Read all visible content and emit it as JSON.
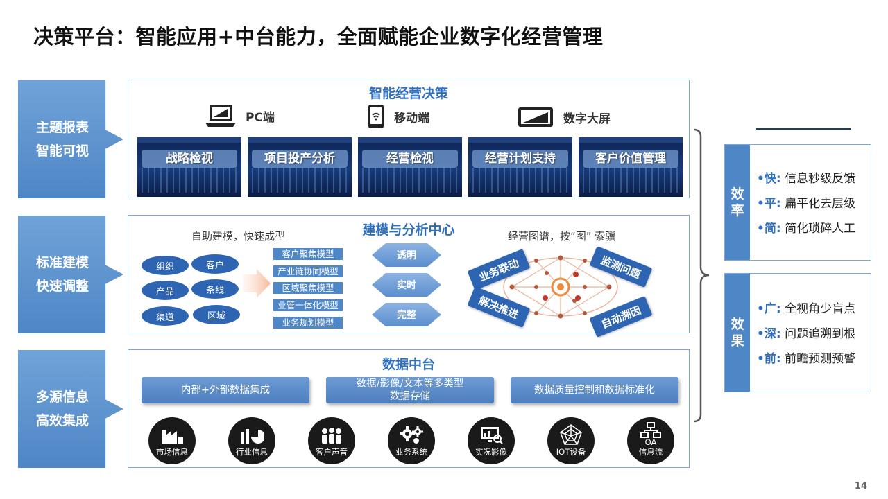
{
  "title": "决策平台：智能应用+中台能力，全面赋能企业数字化经营管理",
  "left_labels": [
    {
      "line1": "主题报表",
      "line2": "智能可视"
    },
    {
      "line1": "标准建模",
      "line2": "快速调整"
    },
    {
      "line1": "多源信息",
      "line2": "高效集成"
    }
  ],
  "top_panel": {
    "title": "智能经营决策",
    "devices": [
      {
        "label": "PC端",
        "icon": "laptop-icon"
      },
      {
        "label": "移动端",
        "icon": "mobile-icon"
      },
      {
        "label": "数字大屏",
        "icon": "screen-icon"
      }
    ],
    "dashboards": [
      "战略检视",
      "项目投产分析",
      "经营检视",
      "经营计划支持",
      "客户价值管理"
    ]
  },
  "middle_panel": {
    "title": "建模与分析中心",
    "left_caption": "自助建模，快速成型",
    "ellipses": [
      "组织",
      "客户",
      "产品",
      "条线",
      "渠道",
      "区域"
    ],
    "models": [
      "客户聚焦模型",
      "产业链协同模型",
      "区域聚焦模型",
      "业管一体化模型",
      "业务规划模型"
    ],
    "diamonds": [
      "透明",
      "实时",
      "完整"
    ],
    "right_caption": "经营图谱，按“图” 索骥",
    "graph_tags": [
      "业务联动",
      "监测问题",
      "解决推进",
      "自动溯因"
    ]
  },
  "bottom_panel": {
    "title": "数据中台",
    "buttons": [
      {
        "line1": "内部+外部数据集成",
        "line2": ""
      },
      {
        "line1": "数据/影像/文本等多类型",
        "line2": "数据存储"
      },
      {
        "line1": "数据质量控制和数据标准化",
        "line2": ""
      }
    ],
    "sources": [
      {
        "label": "市场信息",
        "icon": "factory-icon",
        "extra": ""
      },
      {
        "label": "行业信息",
        "icon": "industry-chart-icon",
        "extra": ""
      },
      {
        "label": "客户声音",
        "icon": "people-icon",
        "extra": ""
      },
      {
        "label": "业务系统",
        "icon": "gears-icon",
        "extra": ""
      },
      {
        "label": "实况影像",
        "icon": "monitor-icon",
        "extra": ""
      },
      {
        "label": "IOT设备",
        "icon": "radar-icon",
        "extra": ""
      },
      {
        "label": "信息流",
        "icon": "org-chart-icon",
        "extra": "OA"
      }
    ]
  },
  "right_panels": [
    {
      "tab1": "效",
      "tab2": "率",
      "items": [
        {
          "key": "快:",
          "text": "信息秒级反馈"
        },
        {
          "key": "平:",
          "text": "扁平化去层级"
        },
        {
          "key": "简:",
          "text": "简化琐碎人工"
        }
      ]
    },
    {
      "tab1": "效",
      "tab2": "果",
      "items": [
        {
          "key": "广:",
          "text": "全视角少盲点"
        },
        {
          "key": "深:",
          "text": "问题追溯到根"
        },
        {
          "key": "前:",
          "text": "前瞻预测预警"
        }
      ]
    }
  ],
  "page_number": "14",
  "colors": {
    "primary": "#4f86c6",
    "title_blue": "#2f6fbd",
    "dark_blue": "#2e65b3",
    "dashboard_bg": "#0e2555"
  }
}
